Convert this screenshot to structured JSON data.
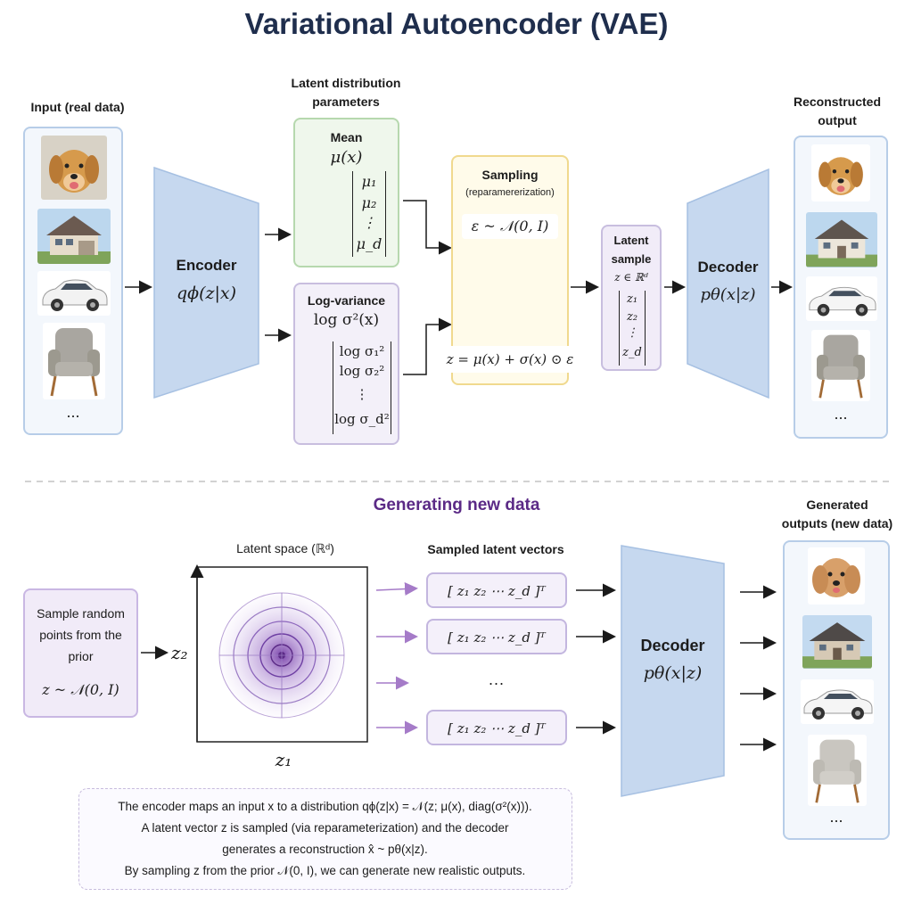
{
  "title": "Variational Autoencoder (VAE)",
  "input": {
    "label": "Input (real data)",
    "more": "..."
  },
  "encoder": {
    "name": "Encoder",
    "formula": "qϕ(z|x)"
  },
  "latent_params": {
    "label_line1": "Latent distribution",
    "label_line2": "parameters"
  },
  "mean": {
    "title": "Mean",
    "formula": "μ(x)",
    "entries": [
      "μ₁",
      "μ₂",
      "⋮",
      "μ_d"
    ]
  },
  "logvar": {
    "title": "Log-variance",
    "formula": "log σ²(x)",
    "entries": [
      "log σ₁²",
      "log σ₂²",
      "⋮",
      "log σ_d²"
    ]
  },
  "sampling": {
    "title": "Sampling",
    "subtitle": "(reparamererization)",
    "eps": "ε ~ 𝒩(0, I)",
    "z_formula": "z = μ(x) + σ(x) ⊙ ε"
  },
  "latent_sample": {
    "line1": "Latent",
    "line2": "sample",
    "formula": "z ∈ ℝᵈ",
    "entries": [
      "z₁",
      "z₂",
      "⋮",
      "z_d"
    ]
  },
  "decoder_top": {
    "name": "Decoder",
    "formula": "pθ(x|z)"
  },
  "reconstructed": {
    "label_line1": "Reconstructed",
    "label_line2": "output",
    "more": "..."
  },
  "generating": {
    "title": "Generating new data"
  },
  "prior": {
    "line1": "Sample random",
    "line2": "points from the",
    "line3": "prior",
    "formula": "z ~ 𝒩(0, I)"
  },
  "latent_space": {
    "label": "Latent space (ℝᵈ)",
    "x_axis": "z₁",
    "y_axis": "z₂"
  },
  "sampled_vectors": {
    "label": "Sampled latent vectors",
    "vector": "[ z₁  z₂  ⋯  z_d ]ᵀ",
    "ellipsis": "..."
  },
  "decoder_bottom": {
    "name": "Decoder",
    "formula": "pθ(x|z)"
  },
  "generated": {
    "label_line1": "Generated",
    "label_line2": "outputs (new data)",
    "more": "..."
  },
  "note": {
    "line1": "The encoder maps an input x to a distribution qϕ(z|x) = 𝒩(z; μ(x), diag(σ²(x))).",
    "line2": "A latent vector z is sampled (via reparameterization) and the decoder",
    "line3": "generates a reconstruction x̂ ~ pθ(x|z).",
    "line4": "By sampling z from the prior 𝒩(0, I), we can generate new realistic outputs."
  },
  "colors": {
    "encoder_fill": "#c6d8ef",
    "decoder_fill": "#c6d8ef",
    "accent_purple": "#5b2a86",
    "arrow": "#1a1a1a",
    "arrow_purple": "#a57bc8"
  }
}
